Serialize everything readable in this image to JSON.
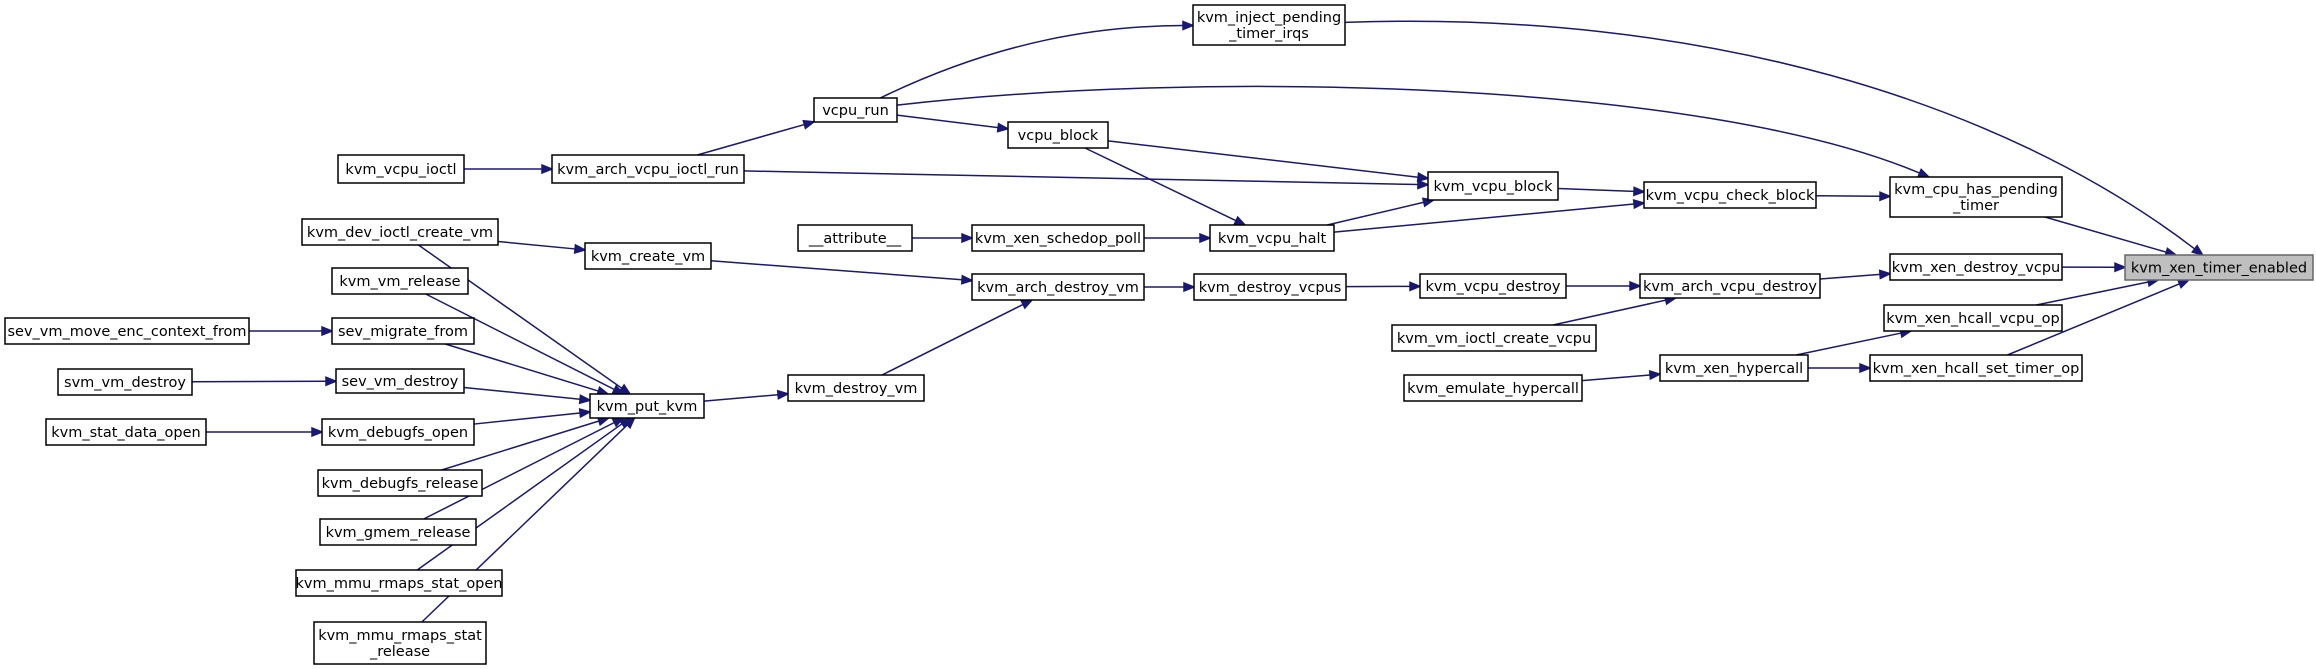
{
  "graph": {
    "edge_color": "#191970",
    "root_fill": "#bfbfbf",
    "nodes": [
      {
        "id": "kvm_xen_timer_enabled",
        "lines": [
          "kvm_xen_timer_enabled"
        ],
        "root": true
      },
      {
        "id": "kvm_cpu_has_pending_timer",
        "lines": [
          "kvm_cpu_has_pending",
          "_timer"
        ]
      },
      {
        "id": "kvm_xen_destroy_vcpu",
        "lines": [
          "kvm_xen_destroy_vcpu"
        ]
      },
      {
        "id": "kvm_xen_hcall_vcpu_op",
        "lines": [
          "kvm_xen_hcall_vcpu_op"
        ]
      },
      {
        "id": "kvm_xen_hcall_set_timer_op",
        "lines": [
          "kvm_xen_hcall_set_timer_op"
        ]
      },
      {
        "id": "kvm_inject_pending_timer_irqs",
        "lines": [
          "kvm_inject_pending",
          "_timer_irqs"
        ]
      },
      {
        "id": "vcpu_run",
        "lines": [
          "vcpu_run"
        ]
      },
      {
        "id": "kvm_vcpu_check_block",
        "lines": [
          "kvm_vcpu_check_block"
        ]
      },
      {
        "id": "kvm_arch_vcpu_destroy",
        "lines": [
          "kvm_arch_vcpu_destroy"
        ]
      },
      {
        "id": "kvm_xen_hypercall",
        "lines": [
          "kvm_xen_hypercall"
        ]
      },
      {
        "id": "kvm_arch_vcpu_ioctl_run",
        "lines": [
          "kvm_arch_vcpu_ioctl_run"
        ]
      },
      {
        "id": "kvm_vcpu_ioctl",
        "lines": [
          "kvm_vcpu_ioctl"
        ]
      },
      {
        "id": "kvm_vcpu_block",
        "lines": [
          "kvm_vcpu_block"
        ]
      },
      {
        "id": "vcpu_block",
        "lines": [
          "vcpu_block"
        ]
      },
      {
        "id": "kvm_vcpu_halt",
        "lines": [
          "kvm_vcpu_halt"
        ]
      },
      {
        "id": "kvm_xen_schedop_poll",
        "lines": [
          "kvm_xen_schedop_poll"
        ]
      },
      {
        "id": "attribute",
        "lines": [
          "__attribute__"
        ]
      },
      {
        "id": "kvm_vcpu_destroy",
        "lines": [
          "kvm_vcpu_destroy"
        ]
      },
      {
        "id": "kvm_destroy_vcpus",
        "lines": [
          "kvm_destroy_vcpus"
        ]
      },
      {
        "id": "kvm_arch_destroy_vm",
        "lines": [
          "kvm_arch_destroy_vm"
        ]
      },
      {
        "id": "kvm_create_vm",
        "lines": [
          "kvm_create_vm"
        ]
      },
      {
        "id": "kvm_destroy_vm",
        "lines": [
          "kvm_destroy_vm"
        ]
      },
      {
        "id": "kvm_put_kvm",
        "lines": [
          "kvm_put_kvm"
        ]
      },
      {
        "id": "kvm_dev_ioctl_create_vm",
        "lines": [
          "kvm_dev_ioctl_create_vm"
        ]
      },
      {
        "id": "kvm_vm_release",
        "lines": [
          "kvm_vm_release"
        ]
      },
      {
        "id": "sev_migrate_from",
        "lines": [
          "sev_migrate_from"
        ]
      },
      {
        "id": "sev_vm_move_enc_context_from",
        "lines": [
          "sev_vm_move_enc_context_from"
        ]
      },
      {
        "id": "sev_vm_destroy",
        "lines": [
          "sev_vm_destroy"
        ]
      },
      {
        "id": "svm_vm_destroy",
        "lines": [
          "svm_vm_destroy"
        ]
      },
      {
        "id": "kvm_debugfs_open",
        "lines": [
          "kvm_debugfs_open"
        ]
      },
      {
        "id": "kvm_stat_data_open",
        "lines": [
          "kvm_stat_data_open"
        ]
      },
      {
        "id": "kvm_debugfs_release",
        "lines": [
          "kvm_debugfs_release"
        ]
      },
      {
        "id": "kvm_gmem_release",
        "lines": [
          "kvm_gmem_release"
        ]
      },
      {
        "id": "kvm_mmu_rmaps_stat_open",
        "lines": [
          "kvm_mmu_rmaps_stat_open"
        ]
      },
      {
        "id": "kvm_mmu_rmaps_stat_release",
        "lines": [
          "kvm_mmu_rmaps_stat",
          "_release"
        ]
      },
      {
        "id": "kvm_vm_ioctl_create_vcpu",
        "lines": [
          "kvm_vm_ioctl_create_vcpu"
        ]
      },
      {
        "id": "kvm_emulate_hypercall",
        "lines": [
          "kvm_emulate_hypercall"
        ]
      }
    ],
    "edges": [
      {
        "from": "kvm_cpu_has_pending_timer",
        "to": "kvm_xen_timer_enabled"
      },
      {
        "from": "kvm_xen_destroy_vcpu",
        "to": "kvm_xen_timer_enabled"
      },
      {
        "from": "kvm_xen_hcall_vcpu_op",
        "to": "kvm_xen_timer_enabled"
      },
      {
        "from": "kvm_xen_hcall_set_timer_op",
        "to": "kvm_xen_timer_enabled"
      },
      {
        "from": "kvm_inject_pending_timer_irqs",
        "to": "kvm_xen_timer_enabled"
      },
      {
        "from": "vcpu_run",
        "to": "kvm_inject_pending_timer_irqs"
      },
      {
        "from": "vcpu_run",
        "to": "kvm_cpu_has_pending_timer"
      },
      {
        "from": "kvm_vcpu_check_block",
        "to": "kvm_cpu_has_pending_timer"
      },
      {
        "from": "kvm_arch_vcpu_destroy",
        "to": "kvm_xen_destroy_vcpu"
      },
      {
        "from": "kvm_xen_hypercall",
        "to": "kvm_xen_hcall_vcpu_op"
      },
      {
        "from": "kvm_xen_hypercall",
        "to": "kvm_xen_hcall_set_timer_op"
      },
      {
        "from": "kvm_arch_vcpu_ioctl_run",
        "to": "vcpu_run"
      },
      {
        "from": "kvm_vcpu_ioctl",
        "to": "kvm_arch_vcpu_ioctl_run"
      },
      {
        "from": "vcpu_run",
        "to": "vcpu_block"
      },
      {
        "from": "vcpu_block",
        "to": "kvm_vcpu_block"
      },
      {
        "from": "vcpu_block",
        "to": "kvm_vcpu_halt"
      },
      {
        "from": "kvm_arch_vcpu_ioctl_run",
        "to": "kvm_vcpu_block"
      },
      {
        "from": "kvm_vcpu_halt",
        "to": "kvm_vcpu_block"
      },
      {
        "from": "kvm_vcpu_block",
        "to": "kvm_vcpu_check_block"
      },
      {
        "from": "kvm_vcpu_halt",
        "to": "kvm_vcpu_check_block"
      },
      {
        "from": "kvm_xen_schedop_poll",
        "to": "kvm_vcpu_halt"
      },
      {
        "from": "attribute",
        "to": "kvm_xen_schedop_poll"
      },
      {
        "from": "kvm_vcpu_destroy",
        "to": "kvm_arch_vcpu_destroy"
      },
      {
        "from": "kvm_vm_ioctl_create_vcpu",
        "to": "kvm_arch_vcpu_destroy"
      },
      {
        "from": "kvm_destroy_vcpus",
        "to": "kvm_vcpu_destroy"
      },
      {
        "from": "kvm_arch_destroy_vm",
        "to": "kvm_destroy_vcpus"
      },
      {
        "from": "kvm_create_vm",
        "to": "kvm_arch_destroy_vm"
      },
      {
        "from": "kvm_destroy_vm",
        "to": "kvm_arch_destroy_vm"
      },
      {
        "from": "kvm_put_kvm",
        "to": "kvm_destroy_vm"
      },
      {
        "from": "kvm_dev_ioctl_create_vm",
        "to": "kvm_create_vm"
      },
      {
        "from": "kvm_dev_ioctl_create_vm",
        "to": "kvm_put_kvm"
      },
      {
        "from": "kvm_vm_release",
        "to": "kvm_put_kvm"
      },
      {
        "from": "sev_migrate_from",
        "to": "kvm_put_kvm"
      },
      {
        "from": "sev_vm_move_enc_context_from",
        "to": "sev_migrate_from"
      },
      {
        "from": "sev_vm_destroy",
        "to": "kvm_put_kvm"
      },
      {
        "from": "svm_vm_destroy",
        "to": "sev_vm_destroy"
      },
      {
        "from": "kvm_debugfs_open",
        "to": "kvm_put_kvm"
      },
      {
        "from": "kvm_stat_data_open",
        "to": "kvm_debugfs_open"
      },
      {
        "from": "kvm_debugfs_release",
        "to": "kvm_put_kvm"
      },
      {
        "from": "kvm_gmem_release",
        "to": "kvm_put_kvm"
      },
      {
        "from": "kvm_mmu_rmaps_stat_open",
        "to": "kvm_put_kvm"
      },
      {
        "from": "kvm_mmu_rmaps_stat_release",
        "to": "kvm_put_kvm"
      },
      {
        "from": "kvm_emulate_hypercall",
        "to": "kvm_xen_hypercall"
      }
    ]
  }
}
